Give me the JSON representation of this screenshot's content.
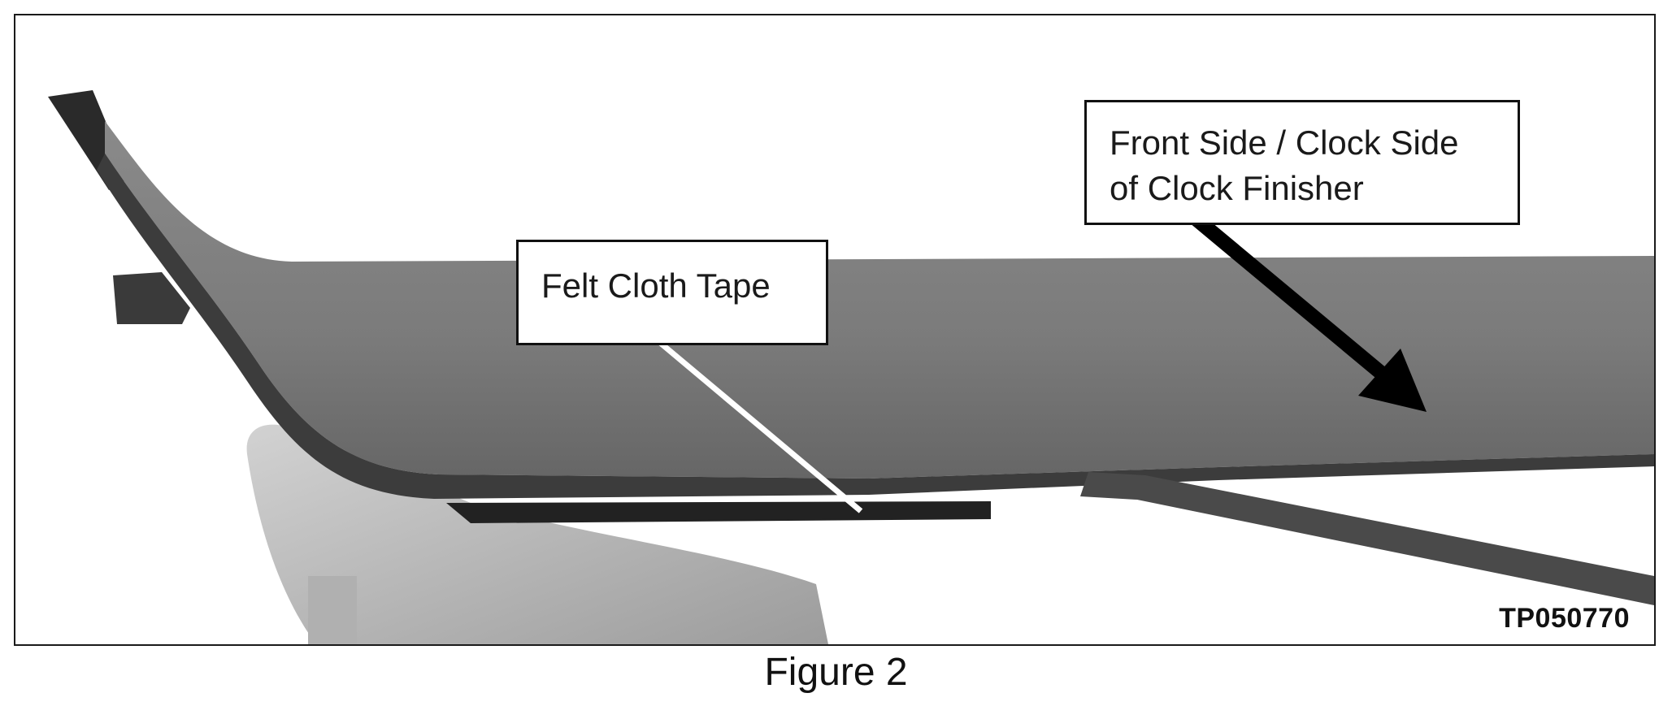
{
  "figure": {
    "callouts": {
      "front_side_line1": "Front Side / Clock Side",
      "front_side_line2": "of Clock Finisher",
      "felt_tape": "Felt Cloth Tape"
    },
    "image_code": "TP050770",
    "caption": "Figure 2"
  }
}
